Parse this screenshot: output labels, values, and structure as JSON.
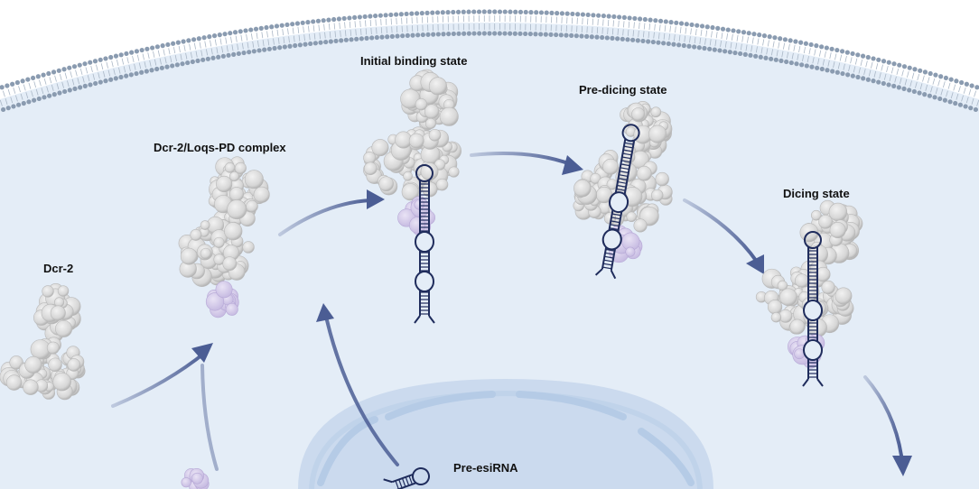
{
  "labels": {
    "dcr2": "Dcr-2",
    "complex": "Dcr-2/Loqs-PD complex",
    "initial": "Initial binding state",
    "predicing": "Pre-dicing state",
    "dicing": "Dicing state",
    "preesirna": "Pre-esiRNA"
  },
  "colors": {
    "cytoplasm": "#e4edf7",
    "membrane_head": "#8a9bb0",
    "membrane_tail": "#aab7c6",
    "nucleus": "#cbdaee",
    "nuclear_envelope": "#b5cbe6",
    "arrow": "#4b5d94",
    "rna": "#1f2c5c",
    "protein": "#d9d9d9",
    "partner": "#cfc6e6"
  },
  "icons": [
    "membrane-bilayer",
    "protein-surface",
    "hairpin-rna",
    "curved-arrow"
  ]
}
